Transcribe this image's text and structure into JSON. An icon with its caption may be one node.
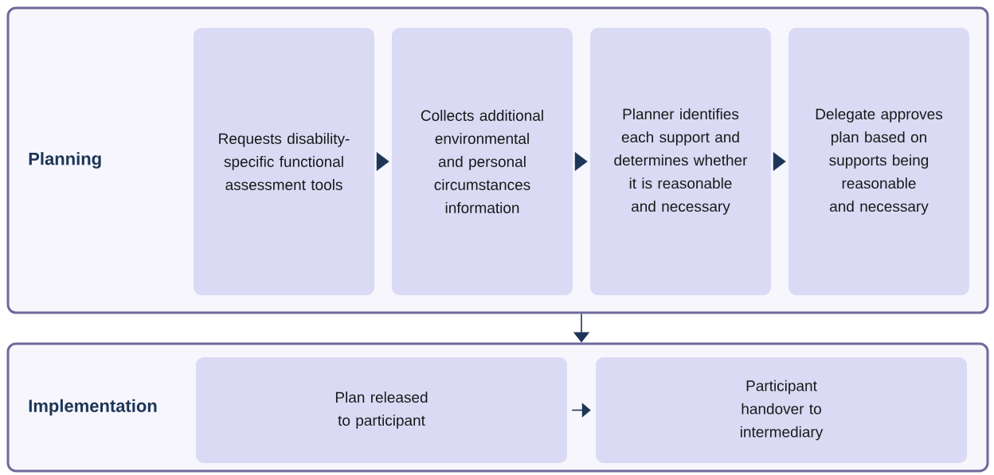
{
  "diagram": {
    "nodes": [
      {
        "text": [
          "Planning"
        ]
      },
      {
        "text": [
          "Requests disability-specific functional assessment tools"
        ],
        "in": 0
      },
      {
        "text": [
          "Collects additional environmental and personal circumstances information"
        ],
        "in": 0
      },
      {
        "text": [
          "Planner identifies each support and determines whether it is reasonable and necessary"
        ],
        "in": 0
      },
      {
        "text": [
          "Delegate approves plan based on supports being reasonable and necessary"
        ],
        "in": 0
      },
      {
        "text": [
          "Implementation"
        ]
      },
      {
        "text": [
          "Plan released to participant"
        ],
        "in": 5
      },
      {
        "text": [
          "Participant handover to intermediary"
        ],
        "in": 5
      }
    ],
    "edges": [
      {
        "from": 1,
        "to": 2,
        "arrow": "to"
      },
      {
        "from": 2,
        "to": 3,
        "arrow": "to"
      },
      {
        "from": 3,
        "to": 4,
        "arrow": "to"
      },
      {
        "from": 0,
        "to": 5,
        "arrow": "to"
      },
      {
        "from": 6,
        "to": 7,
        "arrow": "to"
      }
    ]
  }
}
